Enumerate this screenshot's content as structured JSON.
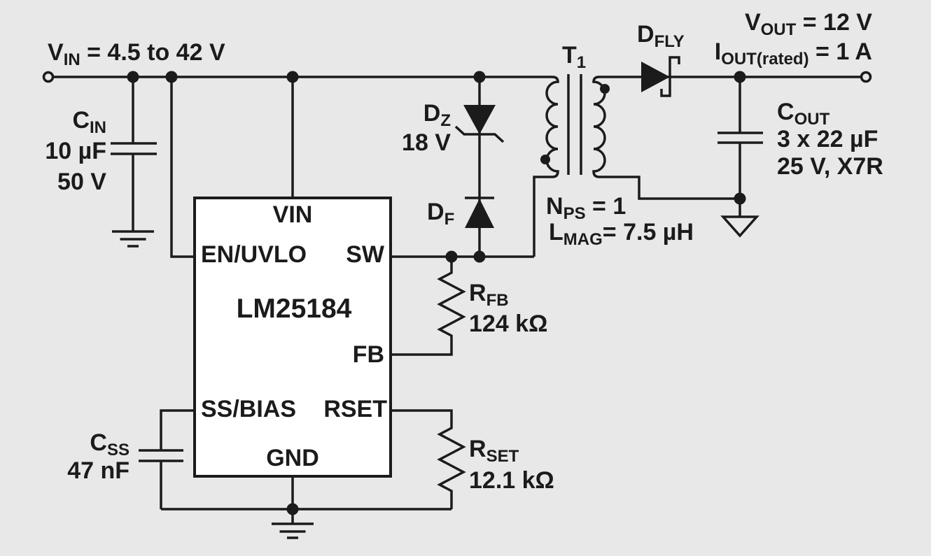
{
  "colors": {
    "background": "#e8e8e8",
    "line": "#1b1b1b",
    "ic_fill": "#ffffff"
  },
  "ic": {
    "part": "LM25184",
    "pin_vin": "VIN",
    "pin_en_uvlo": "EN/UVLO",
    "pin_sw": "SW",
    "pin_fb": "FB",
    "pin_ss_bias": "SS/BIAS",
    "pin_rset": "RSET",
    "pin_gnd": "GND"
  },
  "plain": {
    "cin_value": "10 µF",
    "cin_voltage": "50 V",
    "dz_value": "18 V",
    "cout_value": "3 x 22 µF",
    "cout_rating": "25 V, X7R",
    "rfb_value": "124 kΩ",
    "rset_value": "12.1 kΩ",
    "css_value": "47 nF"
  },
  "sub_labels": {
    "vin_supply": [
      {
        "t": "V"
      },
      {
        "t": "IN",
        "sub": true
      },
      {
        "t": " = 4.5 to 42 V"
      }
    ],
    "cin_name": [
      {
        "t": "C"
      },
      {
        "t": "IN",
        "sub": true
      }
    ],
    "dz_name": [
      {
        "t": "D"
      },
      {
        "t": "Z",
        "sub": true
      }
    ],
    "df_name": [
      {
        "t": "D"
      },
      {
        "t": "F",
        "sub": true
      }
    ],
    "t1_name": [
      {
        "t": "T"
      },
      {
        "t": "1",
        "sub": true
      }
    ],
    "nps": [
      {
        "t": "N"
      },
      {
        "t": "PS",
        "sub": true
      },
      {
        "t": " = 1"
      }
    ],
    "lmag": [
      {
        "t": "L"
      },
      {
        "t": "MAG",
        "sub": true
      },
      {
        "t": "= 7.5 µH"
      }
    ],
    "dfly_name": [
      {
        "t": "D"
      },
      {
        "t": "FLY",
        "sub": true
      }
    ],
    "vout": [
      {
        "t": "V"
      },
      {
        "t": "OUT",
        "sub": true
      },
      {
        "t": " = 12 V"
      }
    ],
    "iout": [
      {
        "t": "I"
      },
      {
        "t": "OUT(rated)",
        "sub": true
      },
      {
        "t": " = 1 A"
      }
    ],
    "cout_name": [
      {
        "t": "C"
      },
      {
        "t": "OUT",
        "sub": true
      }
    ],
    "rfb_name": [
      {
        "t": "R"
      },
      {
        "t": "FB",
        "sub": true
      }
    ],
    "rset_name": [
      {
        "t": "R"
      },
      {
        "t": "SET",
        "sub": true
      }
    ],
    "css_name": [
      {
        "t": "C"
      },
      {
        "t": "SS",
        "sub": true
      }
    ]
  }
}
